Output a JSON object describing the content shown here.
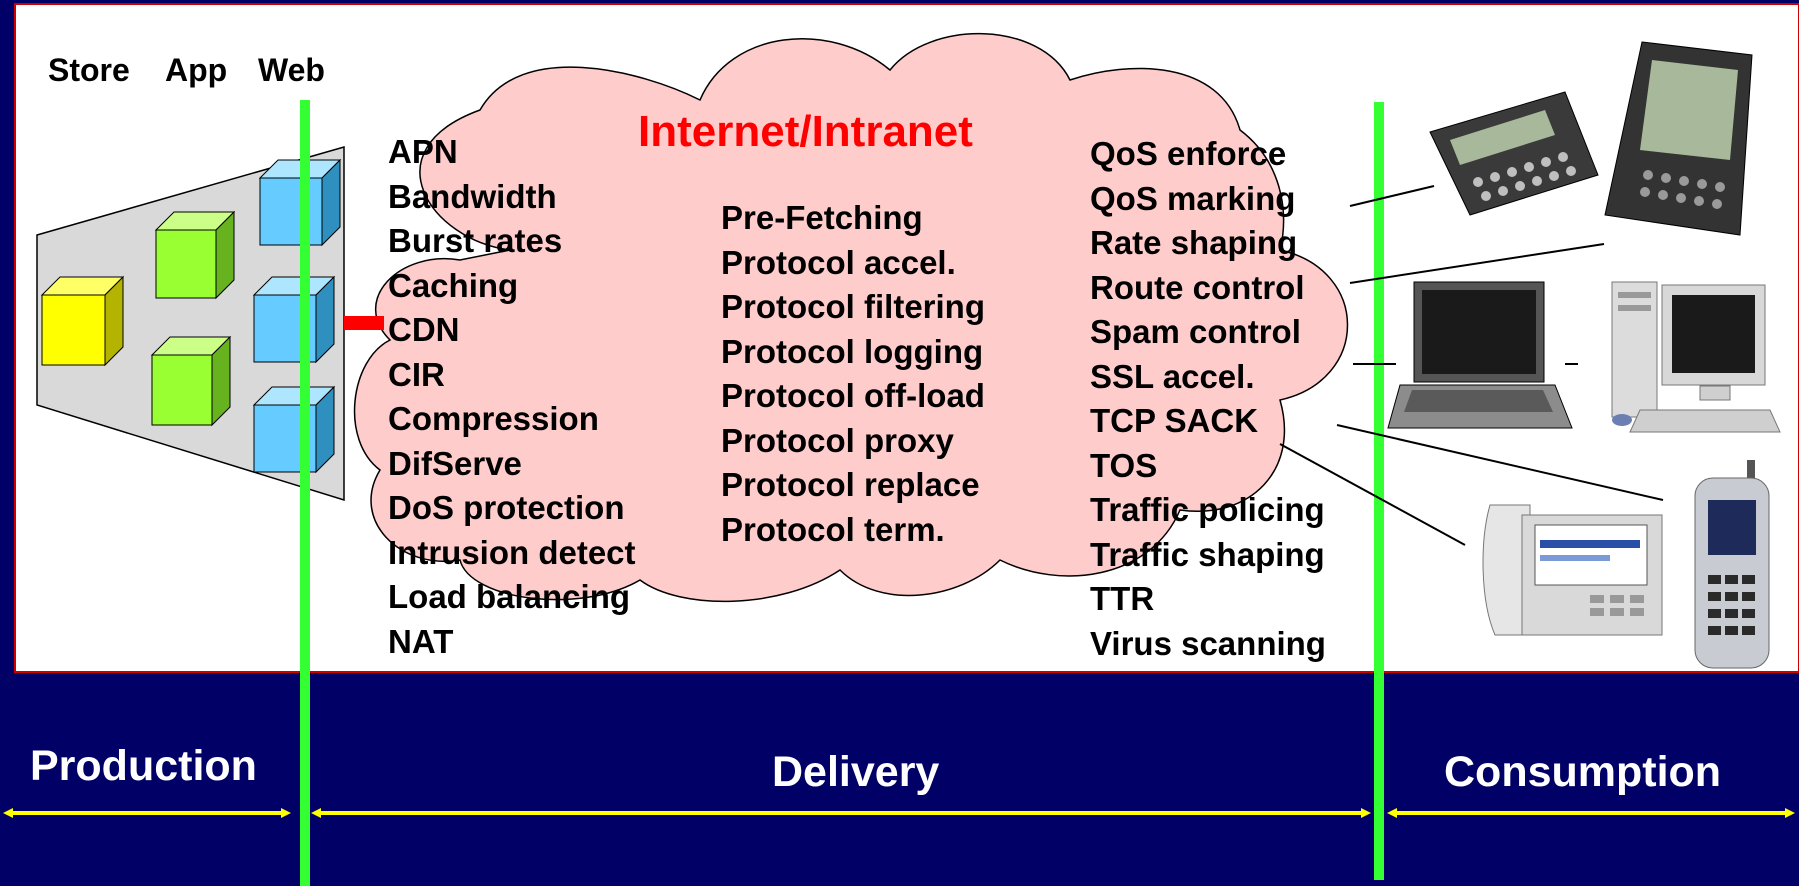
{
  "tiers": {
    "store": "Store",
    "app": "App",
    "web": "Web"
  },
  "cloud_title": "Internet/Intranet",
  "left_features": [
    "APN",
    "Bandwidth",
    "Burst rates",
    "Caching",
    "CDN",
    "CIR",
    "Compression",
    "DifServe",
    "DoS protection",
    "Intrusion detect",
    "Load balancing",
    "NAT"
  ],
  "middle_features": [
    "Pre-Fetching",
    "Protocol accel.",
    "Protocol filtering",
    "Protocol logging",
    "Protocol off-load",
    "Protocol proxy",
    "Protocol replace",
    "Protocol term."
  ],
  "right_features": [
    "QoS enforce",
    "QoS marking",
    "Rate shaping",
    "Route control",
    "Spam control",
    "SSL accel.",
    "TCP SACK",
    "TOS",
    "Traffic policing",
    "Traffic shaping",
    "TTR",
    "Virus scanning"
  ],
  "zones": {
    "production": "Production",
    "delivery": "Delivery",
    "consumption": "Consumption"
  },
  "devices": [
    "pager-icon",
    "handheld-pda-icon",
    "laptop-icon",
    "desktop-pc-icon",
    "ip-phone-icon",
    "mobile-phone-icon"
  ],
  "colors": {
    "background": "#000066",
    "panel": "#ffffff",
    "panel_border": "#cc0000",
    "cloud": "#ffcccc",
    "boundary_line": "#33ff33",
    "arrow": "#ffff00",
    "title": "#ff0000",
    "cube_yellow": "#ffff00",
    "cube_green": "#99ff33",
    "cube_blue": "#66ccff"
  }
}
